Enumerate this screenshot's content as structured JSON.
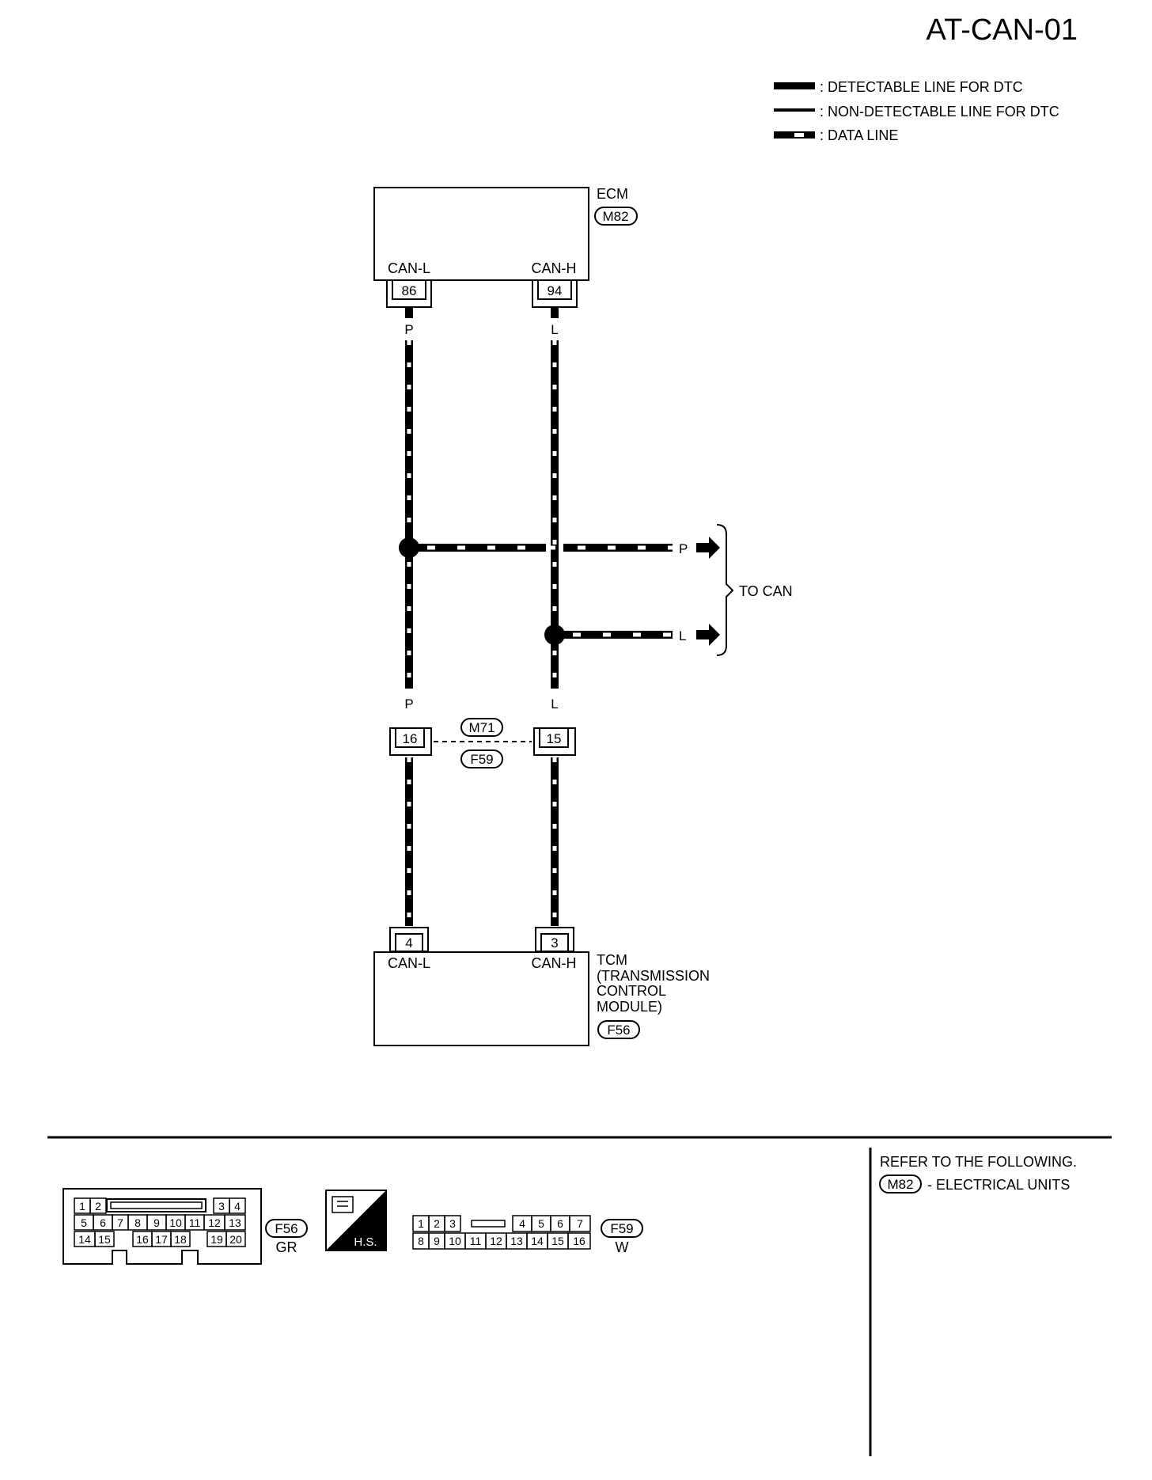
{
  "page": {
    "diagram_id": "AT-CAN-01"
  },
  "legend": {
    "detectable": ": DETECTABLE LINE FOR DTC",
    "non_detectable": ": NON-DETECTABLE LINE FOR DTC",
    "data_line": ": DATA LINE"
  },
  "ecm": {
    "name": "ECM",
    "connector": "M82",
    "pin_left_label": "CAN-L",
    "pin_right_label": "CAN-H",
    "pin_left": "86",
    "pin_right": "94"
  },
  "wires": {
    "left_color": "P",
    "right_color": "L",
    "branch_p": "P",
    "branch_l": "L"
  },
  "to_can": "TO CAN",
  "joint": {
    "connector_top": "M71",
    "connector_bottom": "F59",
    "pin_left": "16",
    "pin_right": "15"
  },
  "tcm": {
    "name_line1": "TCM",
    "name_line2": "(TRANSMISSION",
    "name_line3": "CONTROL",
    "name_line4": "MODULE)",
    "connector": "F56",
    "pin_left_label": "CAN-L",
    "pin_right_label": "CAN-H",
    "pin_left": "4",
    "pin_right": "3"
  },
  "connector_views": {
    "f56": {
      "id": "F56",
      "color": "GR",
      "row1": [
        "1",
        "2",
        "3",
        "4"
      ],
      "row2": [
        "5",
        "6",
        "7",
        "8",
        "9",
        "10",
        "11",
        "12",
        "13"
      ],
      "row3": [
        "14",
        "15",
        "16",
        "17",
        "18",
        "19",
        "20"
      ]
    },
    "hs_label": "H.S.",
    "f59": {
      "id": "F59",
      "color": "W",
      "row1": [
        "1",
        "2",
        "3",
        "4",
        "5",
        "6",
        "7"
      ],
      "row2": [
        "8",
        "9",
        "10",
        "11",
        "12",
        "13",
        "14",
        "15",
        "16"
      ]
    }
  },
  "refer": {
    "heading": "REFER TO THE FOLLOWING.",
    "connector": "M82",
    "text": "- ELECTRICAL UNITS"
  }
}
